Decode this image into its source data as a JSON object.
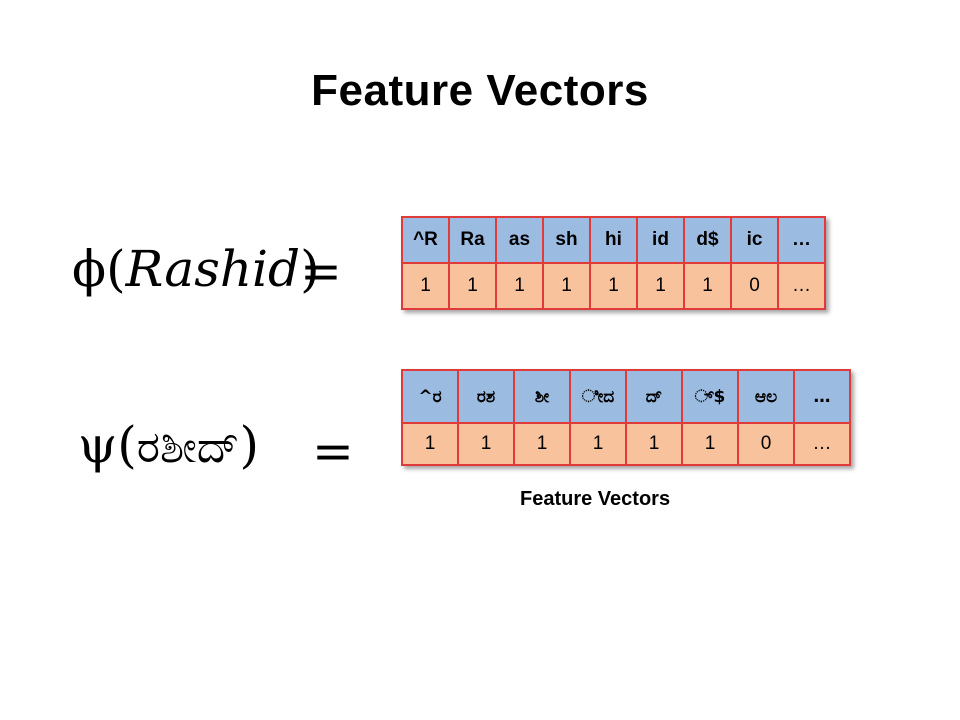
{
  "title": "Feature Vectors",
  "formula1": {
    "func": "ϕ(",
    "arg": "Rashid",
    "close": ")",
    "equals": "="
  },
  "formula2": {
    "func": "ψ(",
    "arg": "ರಶೀದ್",
    "close": ")",
    "equals": "="
  },
  "table1": {
    "headers": [
      "^R",
      "Ra",
      "as",
      "sh",
      "hi",
      "id",
      "d$",
      "ic",
      "…"
    ],
    "values": [
      "1",
      "1",
      "1",
      "1",
      "1",
      "1",
      "1",
      "0",
      "…"
    ]
  },
  "table2": {
    "headers": [
      "^ರ",
      "ರಶ",
      "ಶೀ",
      "ೀದ",
      "ದ್",
      "್$",
      "ಆಲ",
      "…"
    ],
    "values": [
      "1",
      "1",
      "1",
      "1",
      "1",
      "1",
      "0",
      "…"
    ]
  },
  "caption": "Feature Vectors",
  "colors": {
    "header_fill": "#9bbbe0",
    "value_fill": "#f8c29c",
    "border": "#e03a3a"
  }
}
